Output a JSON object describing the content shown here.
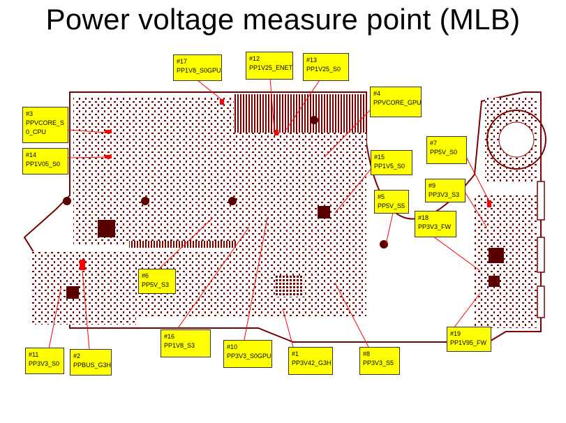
{
  "title": "Power voltage measure point (MLB)",
  "colors": {
    "board": "#7a0000",
    "board_dark": "#5a0000",
    "callout": "#ffff00",
    "leader": "#ff0000",
    "marker": "#ff0000"
  },
  "callouts": [
    {
      "id": "17",
      "num": "#17",
      "net": "PP1V8_S0GPU"
    },
    {
      "id": "12",
      "num": "#12",
      "net": "PP1V25_ENET"
    },
    {
      "id": "13",
      "num": "#13",
      "net": "PP1V25_S0"
    },
    {
      "id": "4",
      "num": "#4",
      "net": "PPVCORE_GPU"
    },
    {
      "id": "3",
      "num": "#3",
      "net": "PPVCORE_S",
      "net2": "0_CPU"
    },
    {
      "id": "14",
      "num": "#14",
      "net": "PP1V05_S0"
    },
    {
      "id": "7",
      "num": "#7",
      "net": "PP5V_S0"
    },
    {
      "id": "15",
      "num": "#15",
      "net": "PP1V5_S0"
    },
    {
      "id": "9",
      "num": "#9",
      "net": "PP3V3_S3"
    },
    {
      "id": "5",
      "num": "#5",
      "net": "PP5V_S5"
    },
    {
      "id": "18",
      "num": "#18",
      "net": "PP3V3_FW"
    },
    {
      "id": "6",
      "num": "#6",
      "net": "PP5V_S3"
    },
    {
      "id": "19",
      "num": "#19",
      "net": "PP1V95_FW"
    },
    {
      "id": "16",
      "num": "#16",
      "net": "PP1V8_S3"
    },
    {
      "id": "10",
      "num": "#10",
      "net": "PP3V3_S0GPU"
    },
    {
      "id": "1",
      "num": "#1",
      "net": "PP3V42_G3H"
    },
    {
      "id": "8",
      "num": "#8",
      "net": "PP3V3_S5"
    },
    {
      "id": "11",
      "num": "#11",
      "net": "PP3V3_S0"
    },
    {
      "id": "2",
      "num": "#2",
      "net": "PPBUS_G3H"
    }
  ]
}
